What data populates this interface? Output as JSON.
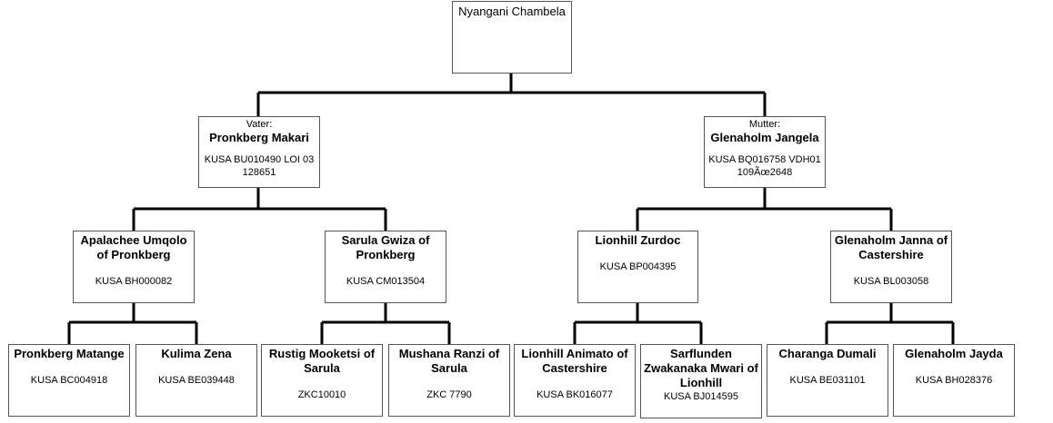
{
  "pedigree": {
    "subject": {
      "name": "Nyangani Chambela"
    },
    "sire": {
      "role": "Vater:",
      "name": "Pronkberg Makari",
      "reg": "KUSA BU010490 LOI 03 128651"
    },
    "dam": {
      "role": "Mutter:",
      "name": "Glenaholm Jangela",
      "reg": "KUSA BQ016758 VDH01 109Ãœ2648"
    },
    "gen2": [
      {
        "name": "Apalachee Umqolo of Pronkberg",
        "reg": "KUSA BH000082"
      },
      {
        "name": "Sarula Gwiza of Pronkberg",
        "reg": "KUSA CM013504"
      },
      {
        "name": "Lionhill Zurdoc",
        "reg": "KUSA BP004395"
      },
      {
        "name": "Glenaholm Janna of Castershire",
        "reg": "KUSA BL003058"
      }
    ],
    "gen3": [
      {
        "name": "Pronkberg Matange",
        "reg": "KUSA BC004918"
      },
      {
        "name": "Kulima Zena",
        "reg": "KUSA BE039448"
      },
      {
        "name": "Rustig Mooketsi of Sarula",
        "reg": "ZKC10010"
      },
      {
        "name": "Mushana Ranzi of Sarula",
        "reg": "ZKC 7790"
      },
      {
        "name": "Lionhill Animato of Castershire",
        "reg": "KUSA BK016077"
      },
      {
        "name": "Sarflunden Zwakanaka Mwari of Lionhill",
        "reg": "KUSA BJ014595"
      },
      {
        "name": "Charanga Dumali",
        "reg": "KUSA BE031101"
      },
      {
        "name": "Glenaholm Jayda",
        "reg": "KUSA BH028376"
      }
    ]
  }
}
